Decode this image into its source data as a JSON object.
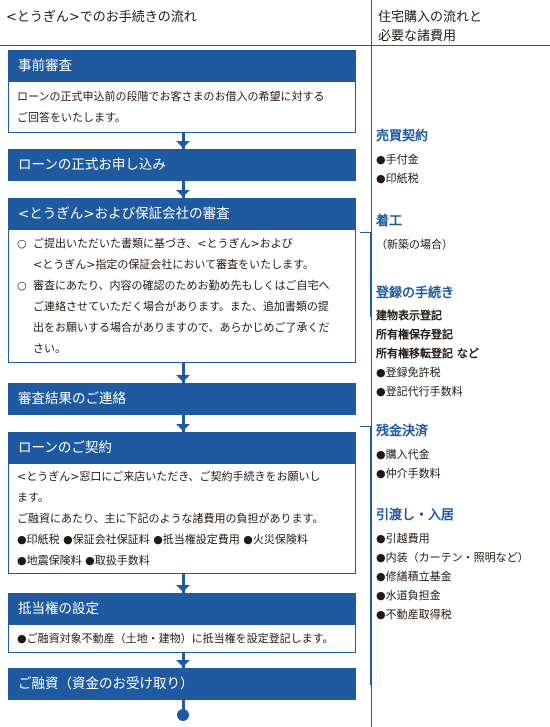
{
  "header": {
    "left_title": "<とうぎん>でのお手続きの流れ",
    "right_title_line1": "住宅購入の流れと",
    "right_title_line2": "必要な諸費用"
  },
  "steps": [
    {
      "title": "事前審査",
      "body_lines": [
        "ローンの正式申込前の段階でお客さまのお借入の希望に対する",
        "ご回答をいたします。"
      ]
    },
    {
      "title": "ローンの正式お申し込み"
    },
    {
      "title": "<とうぎん>および保証会社の審査",
      "items": [
        {
          "marker": "○",
          "lines": [
            "ご提出いただいた書類に基づき、<とうぎん>および",
            "<とうぎん>指定の保証会社において審査をいたします。"
          ]
        },
        {
          "marker": "○",
          "lines": [
            "審査にあたり、内容の確認のためお勤め先もしくはご自宅へ",
            "ご連絡させていただく場合があります。また、追加書類の提",
            "出をお願いする場合がありますので、あらかじめご了承くだ",
            "さい。"
          ]
        }
      ]
    },
    {
      "title": "審査結果のご連絡"
    },
    {
      "title": "ローンのご契約",
      "body_lines": [
        "<とうぎん>窓口にご来店いただき、ご契約手続きをお願いし",
        "ます。",
        "ご融資にあたり、主に下記のような諸費用の負担があります。",
        "●印紙税 ●保証会社保証料 ●抵当権設定費用 ●火災保険料",
        "●地震保険料 ●取扱手数料"
      ]
    },
    {
      "title": "抵当権の設定",
      "body_lines": [
        "●ご融資対象不動産（土地・建物）に抵当権を設定登記します。"
      ]
    },
    {
      "title": "ご融資（資金のお受け取り）"
    }
  ],
  "right": {
    "baibai": {
      "title": "売買契約",
      "items": [
        "●手付金",
        "●印紙税"
      ]
    },
    "chakko": {
      "title": "着工",
      "items": [
        "（新築の場合）"
      ]
    },
    "touki": {
      "title": "登録の手続き",
      "bold_items": [
        "建物表示登記",
        "所有権保存登記",
        "所有権移転登記 など"
      ],
      "items": [
        "●登録免許税",
        "●登記代行手数料"
      ]
    },
    "zankin": {
      "title": "残金決済",
      "items": [
        "●購入代金",
        "●仲介手数料"
      ]
    },
    "hikiwatashi": {
      "title": "引渡し・入居",
      "items": [
        "●引越費用",
        "●内装（カーテン・照明など）",
        "●修繕積立基金",
        "●水道負担金",
        "●不動産取得税"
      ]
    }
  },
  "colors": {
    "accent": "#1f5aa0",
    "text": "#231815",
    "background": "#ffffff"
  }
}
